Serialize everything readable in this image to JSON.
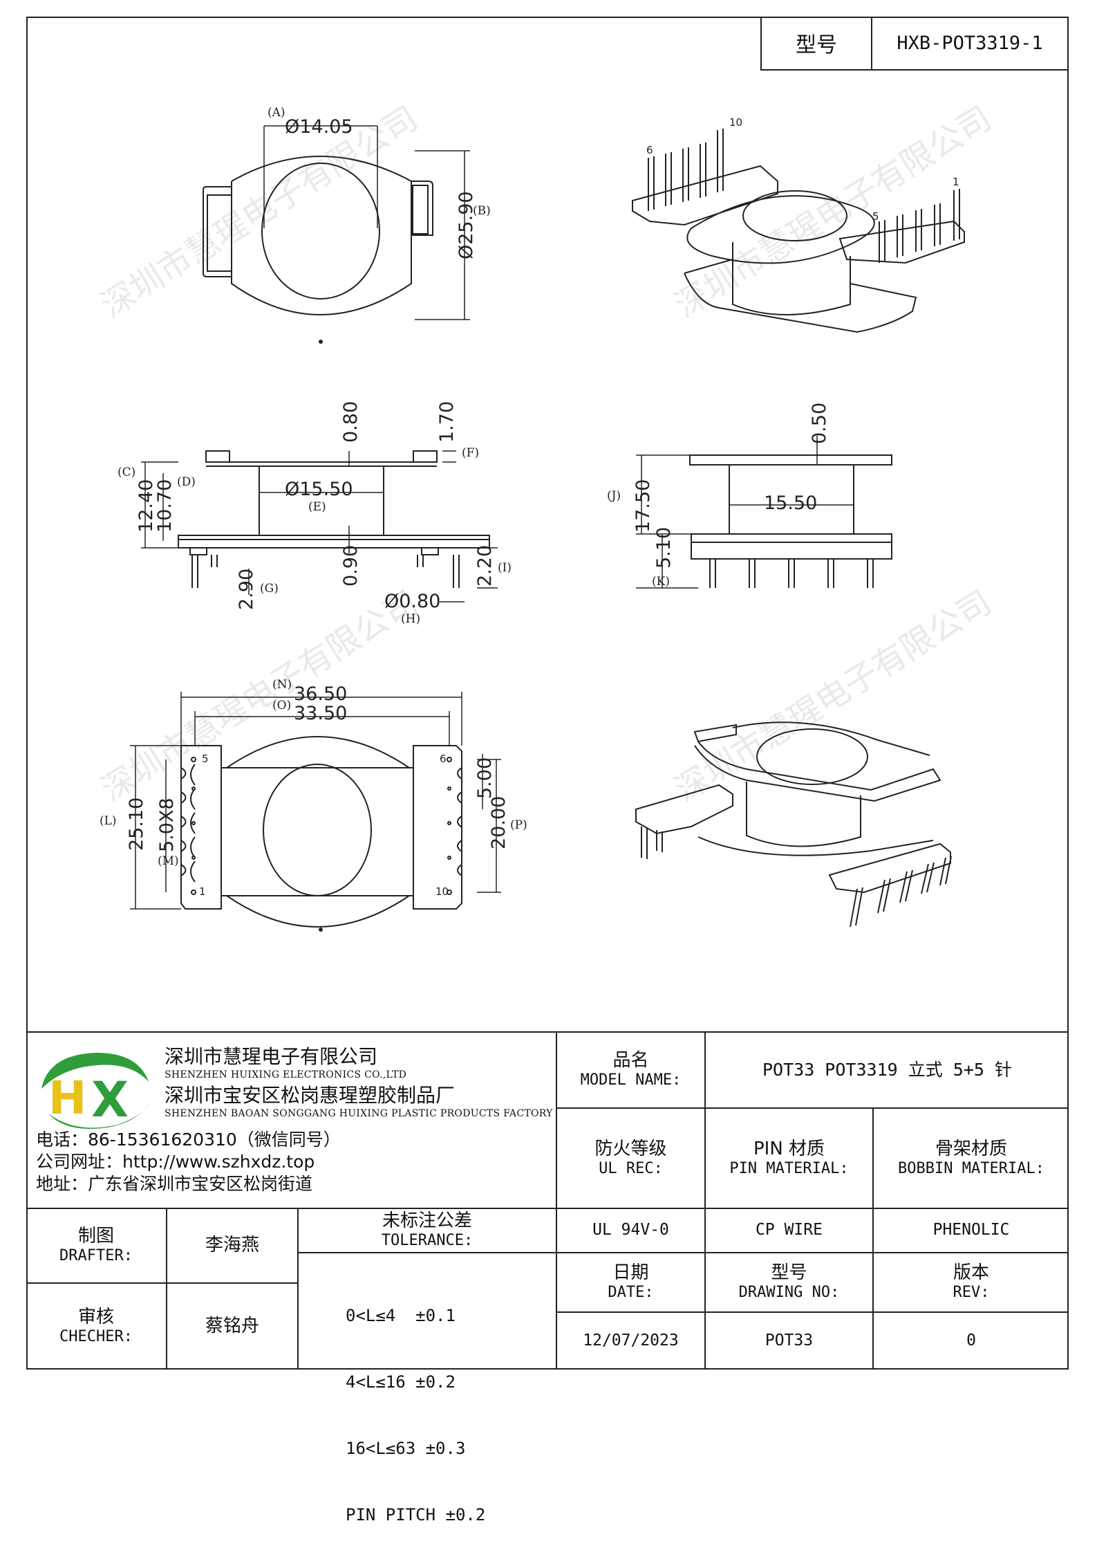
{
  "header": {
    "model_label": "型号",
    "model_value": "HXB-POT3319-1"
  },
  "watermark": "深圳市慧瑆电子有限公司",
  "dimensions": {
    "top_view": {
      "d14": "Ø14.05",
      "tagA": "(A)",
      "d25": "Ø25.90",
      "tagB": "(B)"
    },
    "side_view": {
      "d080": "0.80",
      "d170": "1.70",
      "tagF": "(F)",
      "d1240": "12.40",
      "tagC": "(C)",
      "d1070": "10.70",
      "tagD": "(D)",
      "d1550": "Ø15.50",
      "tagE": "(E)",
      "d090": "0.90",
      "d290": "2.90",
      "tagG": "(G)",
      "d220": "2.20",
      "tagI": "(I)",
      "d080b": "Ø0.80",
      "tagH": "(H)"
    },
    "front_view": {
      "d050": "0.50",
      "d1750": "17.50",
      "tagJ": "(J)",
      "d1550": "15.50",
      "d510": "5.10",
      "tagK": "(K)"
    },
    "bottom_view": {
      "d3650": "36.50",
      "tagN": "(N)",
      "d3350": "33.50",
      "tagO": "(O)",
      "d2510": "25.10",
      "tagL": "(L)",
      "d5x8": "5.0X8",
      "tagM": "(M)",
      "d500": "5.00",
      "d2000": "20.00",
      "tagP": "(P)",
      "pin5": "5",
      "pin1": "1",
      "pin6": "6",
      "pin10": "10"
    },
    "iso_top": {
      "pin6": "6",
      "pin10": "10",
      "pin1": "1",
      "pin5": "5"
    }
  },
  "company": {
    "logo": "HX",
    "name_cn": "深圳市慧瑆电子有限公司",
    "name_en": "SHENZHEN HUIXING ELECTRONICS CO.,LTD",
    "factory_cn": "深圳市宝安区松岗惠瑆塑胶制品厂",
    "factory_en": "SHENZHEN BAOAN SONGGANG HUIXING PLASTIC PRODUCTS FACTORY",
    "phone": "电话：86-15361620310（微信同号）",
    "website": "公司网址：http://www.szhxdz.top",
    "address": "地址：广东省深圳市宝安区松岗街道"
  },
  "title_block": {
    "model_name_cn": "品名",
    "model_name_en": "MODEL NAME:",
    "model_name_value": "POT33 POT3319 立式 5+5 针",
    "ul_cn": "防火等级",
    "ul_en": "UL REC:",
    "pin_mat_cn": "PIN 材质",
    "pin_mat_en": "PIN MATERIAL:",
    "bobbin_cn": "骨架材质",
    "bobbin_en": "BOBBIN MATERIAL:",
    "ul_value": "UL 94V-0",
    "pin_value": "CP WIRE",
    "bobbin_value": "PHENOLIC",
    "drafter_cn": "制图",
    "drafter_en": "DRAFTER:",
    "drafter_name": "李海燕",
    "checker_cn": "审核",
    "checker_en": "CHECHER:",
    "checker_name": "蔡铭舟",
    "tol_cn": "未标注公差",
    "tol_en": "TOLERANCE:",
    "tol_1": "0<L≤4  ±0.1",
    "tol_2": "4<L≤16 ±0.2",
    "tol_3": "16<L≤63 ±0.3",
    "tol_4": "PIN PITCH ±0.2",
    "date_cn": "日期",
    "date_en": "DATE:",
    "date_value": "12/07/2023",
    "dwg_cn": "型号",
    "dwg_en": "DRAWING NO:",
    "dwg_value": "POT33",
    "rev_cn": "版本",
    "rev_en": "REV:",
    "rev_value": "0"
  }
}
